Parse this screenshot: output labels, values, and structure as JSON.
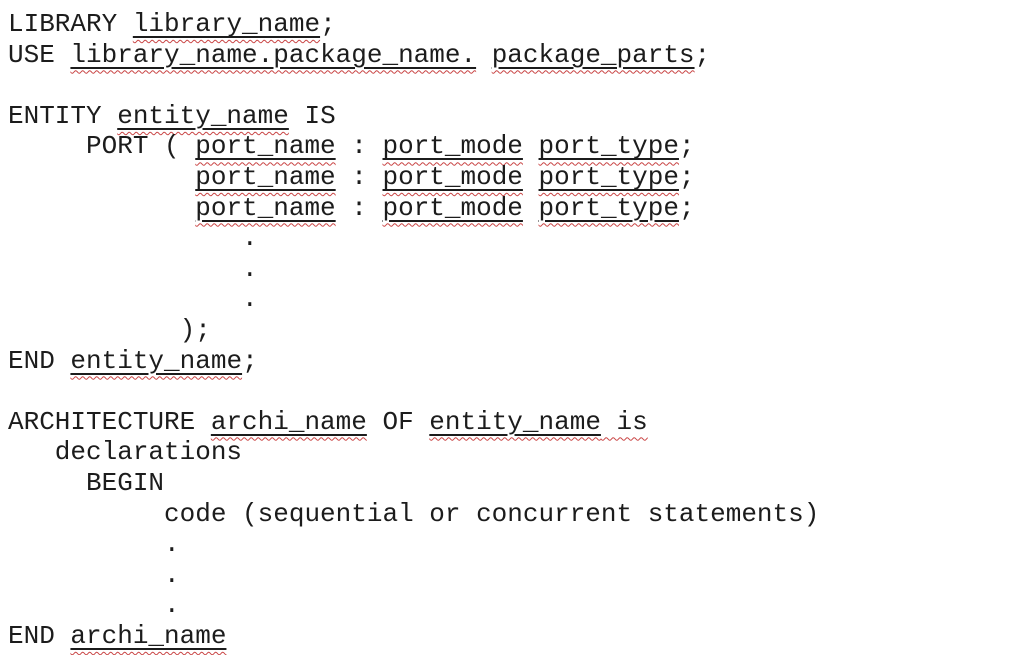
{
  "page": {
    "background_color": "#ffffff",
    "text_color": "#1c1c1c",
    "squiggle_color": "#c94444",
    "description": "VHDL code structure template slide"
  },
  "code": {
    "language": "VHDL",
    "lines": [
      {
        "segments": [
          {
            "t": "LIBRARY ",
            "style": "plain"
          },
          {
            "t": "library_name",
            "style": "underline-squiggle"
          },
          {
            "t": ";",
            "style": "plain"
          }
        ]
      },
      {
        "segments": [
          {
            "t": "USE ",
            "style": "plain"
          },
          {
            "t": "library_name.package_name.",
            "style": "underline-squiggle"
          },
          {
            "t": " ",
            "style": "plain"
          },
          {
            "t": "package_parts",
            "style": "underline-squiggle"
          },
          {
            "t": ";",
            "style": "plain"
          }
        ]
      },
      {
        "segments": []
      },
      {
        "segments": [
          {
            "t": "ENTITY ",
            "style": "plain"
          },
          {
            "t": "entity_name",
            "style": "underline-squiggle"
          },
          {
            "t": " IS",
            "style": "plain"
          }
        ]
      },
      {
        "segments": [
          {
            "t": "     PORT ( ",
            "style": "plain"
          },
          {
            "t": "port_name",
            "style": "underline-squiggle"
          },
          {
            "t": " : ",
            "style": "plain"
          },
          {
            "t": "port_mode",
            "style": "underline-squiggle"
          },
          {
            "t": " ",
            "style": "plain"
          },
          {
            "t": "port_type",
            "style": "underline-squiggle"
          },
          {
            "t": ";",
            "style": "plain"
          }
        ]
      },
      {
        "segments": [
          {
            "t": "            ",
            "style": "plain"
          },
          {
            "t": "port_name",
            "style": "underline-squiggle"
          },
          {
            "t": " : ",
            "style": "plain"
          },
          {
            "t": "port_mode",
            "style": "underline-squiggle"
          },
          {
            "t": " ",
            "style": "plain"
          },
          {
            "t": "port_type",
            "style": "underline-squiggle"
          },
          {
            "t": ";",
            "style": "plain"
          }
        ]
      },
      {
        "segments": [
          {
            "t": "            ",
            "style": "plain"
          },
          {
            "t": "port_name",
            "style": "underline-squiggle"
          },
          {
            "t": " : ",
            "style": "plain"
          },
          {
            "t": "port_mode",
            "style": "underline-squiggle"
          },
          {
            "t": " ",
            "style": "plain"
          },
          {
            "t": "port_type",
            "style": "underline-squiggle"
          },
          {
            "t": ";",
            "style": "plain"
          }
        ]
      },
      {
        "segments": [
          {
            "t": "               .",
            "style": "plain"
          }
        ]
      },
      {
        "segments": [
          {
            "t": "               .",
            "style": "plain"
          }
        ]
      },
      {
        "segments": [
          {
            "t": "               .",
            "style": "plain"
          }
        ]
      },
      {
        "segments": [
          {
            "t": "           );",
            "style": "plain"
          }
        ]
      },
      {
        "segments": [
          {
            "t": "END ",
            "style": "plain"
          },
          {
            "t": "entity_name",
            "style": "underline-squiggle"
          },
          {
            "t": ";",
            "style": "plain"
          }
        ]
      },
      {
        "segments": []
      },
      {
        "segments": [
          {
            "t": "ARCHITECTURE ",
            "style": "plain"
          },
          {
            "t": "archi_name",
            "style": "underline-squiggle"
          },
          {
            "t": " OF ",
            "style": "plain"
          },
          {
            "t": "entity_name",
            "style": "underline-squiggle"
          },
          {
            "t": " is",
            "style": "squiggle-only"
          }
        ]
      },
      {
        "segments": [
          {
            "t": "   declarations",
            "style": "plain"
          }
        ]
      },
      {
        "segments": [
          {
            "t": "     BEGIN",
            "style": "plain"
          }
        ]
      },
      {
        "segments": [
          {
            "t": "          code (sequential or concurrent statements)",
            "style": "plain"
          }
        ]
      },
      {
        "segments": [
          {
            "t": "          .",
            "style": "plain"
          }
        ]
      },
      {
        "segments": [
          {
            "t": "          .",
            "style": "plain"
          }
        ]
      },
      {
        "segments": [
          {
            "t": "          .",
            "style": "plain"
          }
        ]
      },
      {
        "segments": [
          {
            "t": "END ",
            "style": "plain"
          },
          {
            "t": "archi_name",
            "style": "underline-squiggle"
          }
        ]
      }
    ]
  }
}
